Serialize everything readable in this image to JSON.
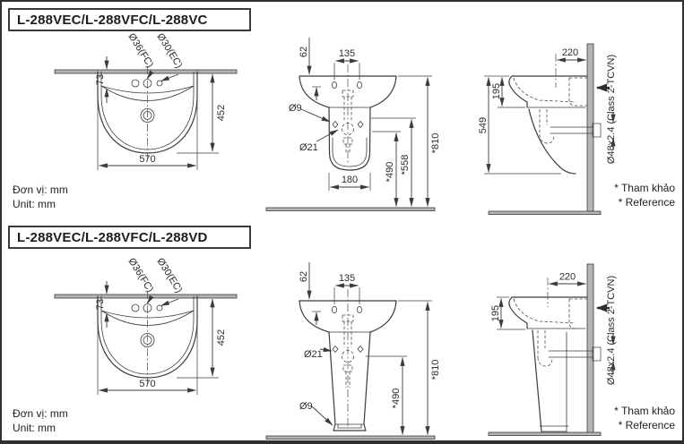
{
  "colors": {
    "line": "#3b3b3b",
    "gray_fill": "#b5b5b5",
    "background": "#ffffff"
  },
  "footer": {
    "unit_vi": "Đơn vị: mm",
    "unit_en": "Unit: mm",
    "note_vi": "* Tham khảo",
    "note_en": "* Reference"
  },
  "sections": [
    {
      "title": "L-288VEC/L-288VFC/L-288VC",
      "plan": {
        "faucet_left": "Ø36(FC)",
        "faucet_right": "Ø30(EC)",
        "ledge_depth": "73",
        "depth": "452",
        "width": "570"
      },
      "front": {
        "rim_to_holes": "62",
        "hole_spacing": "135",
        "fixing_hole": "Ø9",
        "overflow_hole": "Ø21",
        "shroud_width": "180",
        "height_drain": "*490",
        "height_fixing": "*558",
        "height_rim": "*810"
      },
      "side": {
        "wall_to_center": "220",
        "rim_depth": "195",
        "overall_depth": "549",
        "drain_pipe": "Ø48x2.4 (Class 2-TCVN)"
      }
    },
    {
      "title": "L-288VEC/L-288VFC/L-288VD",
      "plan": {
        "faucet_left": "Ø36(FC)",
        "faucet_right": "Ø30(EC)",
        "ledge_depth": "73",
        "depth": "452",
        "width": "570"
      },
      "front": {
        "rim_to_holes": "62",
        "hole_spacing": "135",
        "fixing_hole": "Ø9",
        "overflow_hole": "Ø21",
        "height_drain": "*490",
        "height_rim": "*810"
      },
      "side": {
        "wall_to_center": "220",
        "rim_depth": "195",
        "drain_pipe": "Ø48x2.4 (Class 2-TCVN)"
      }
    }
  ]
}
